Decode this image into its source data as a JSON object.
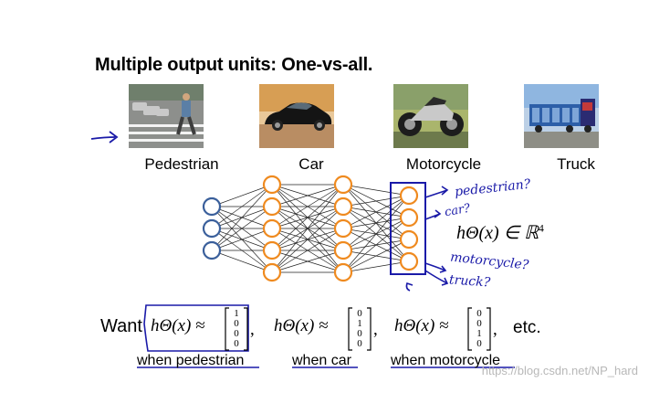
{
  "slide": {
    "title": "Multiple output units: One-vs-all.",
    "images": [
      {
        "caption": "Pedestrian",
        "icon": "pedestrian-photo"
      },
      {
        "caption": "Car",
        "icon": "car-photo"
      },
      {
        "caption": "Motorcycle",
        "icon": "motorcycle-photo"
      },
      {
        "caption": "Truck",
        "icon": "truck-photo"
      }
    ],
    "network": {
      "layers": [
        3,
        5,
        5,
        4
      ],
      "colors": {
        "input": "#3a5f9b",
        "hidden": "#ef8a1f",
        "output": "#ef8a1f",
        "ink": "#1a1aa8"
      }
    },
    "annotations": {
      "out1": "pedestrian?",
      "out2": "car?",
      "out3": "motorcycle?",
      "out4": "truck?"
    },
    "hypothesis": {
      "lhs": "hΘ(x) ∈ ℝ",
      "exp": "4"
    },
    "want": {
      "label": "Want",
      "eq1": "hΘ(x) ≈",
      "vec1": [
        "1",
        "0",
        "0",
        "0"
      ],
      "eq2": "hΘ(x) ≈",
      "vec2": [
        "0",
        "1",
        "0",
        "0"
      ],
      "eq3": "hΘ(x) ≈",
      "vec3": [
        "0",
        "0",
        "1",
        "0"
      ],
      "etc": "etc.",
      "when1": "when pedestrian",
      "when2": "when car",
      "when3": "when motorcycle"
    },
    "watermark": "https://blog.csdn.net/NP_hard"
  }
}
